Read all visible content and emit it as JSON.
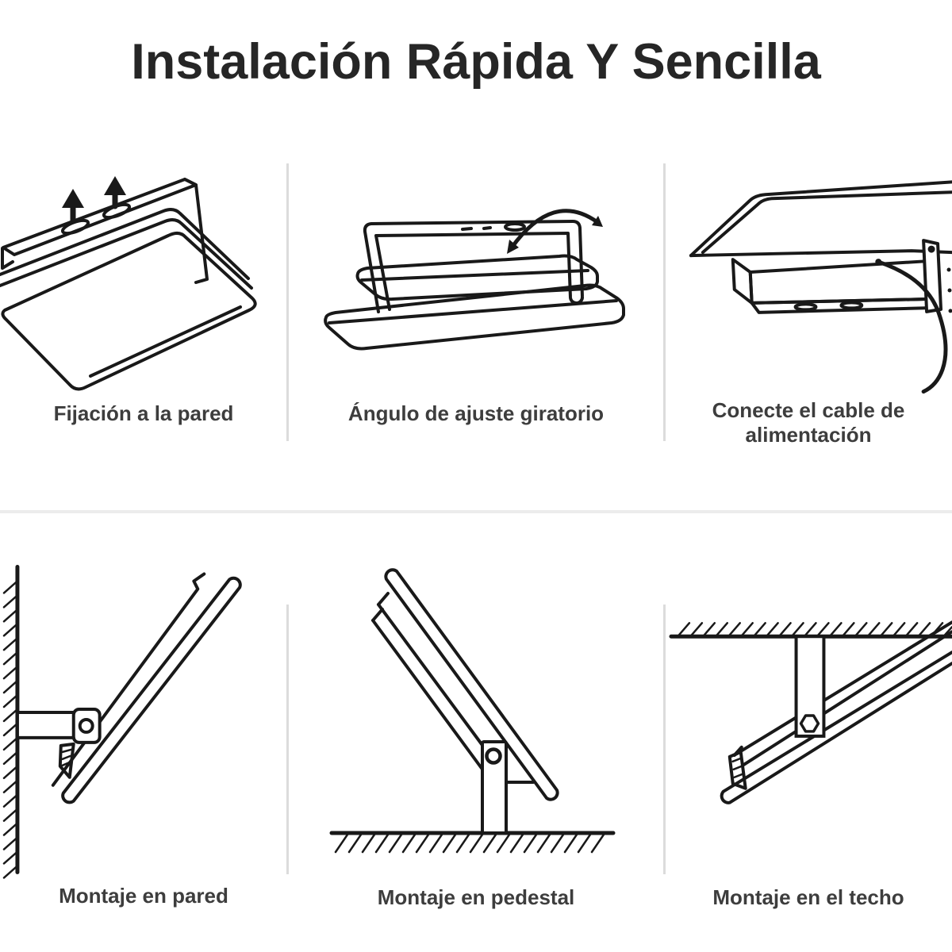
{
  "title": "Instalación Rápida Y Sencilla",
  "panels": [
    {
      "caption": "Fijación a la pared",
      "illustration": "floodlight-lifted-off-mounting-bar-with-up-arrows"
    },
    {
      "caption": "Ángulo de ajuste giratorio",
      "illustration": "floodlight-bracket-rotation-with-curved-arrow"
    },
    {
      "caption": "Conecte el cable de alimentación",
      "illustration": "floodlight-rear-view-with-power-cable"
    },
    {
      "caption": "Montaje en pared",
      "illustration": "floodlight-on-wall-bracket-side-view"
    },
    {
      "caption": "Montaje en pedestal",
      "illustration": "floodlight-on-ground-pedestal-side-view"
    },
    {
      "caption": "Montaje en el techo",
      "illustration": "floodlight-hanging-from-ceiling-side-view"
    }
  ],
  "colors": {
    "background": "#ffffff",
    "line_art": "#191919",
    "title_text": "#262626",
    "caption_text": "#3d3d3d",
    "divider_vertical": "#dcdcdc",
    "divider_horizontal": "#ececec"
  }
}
